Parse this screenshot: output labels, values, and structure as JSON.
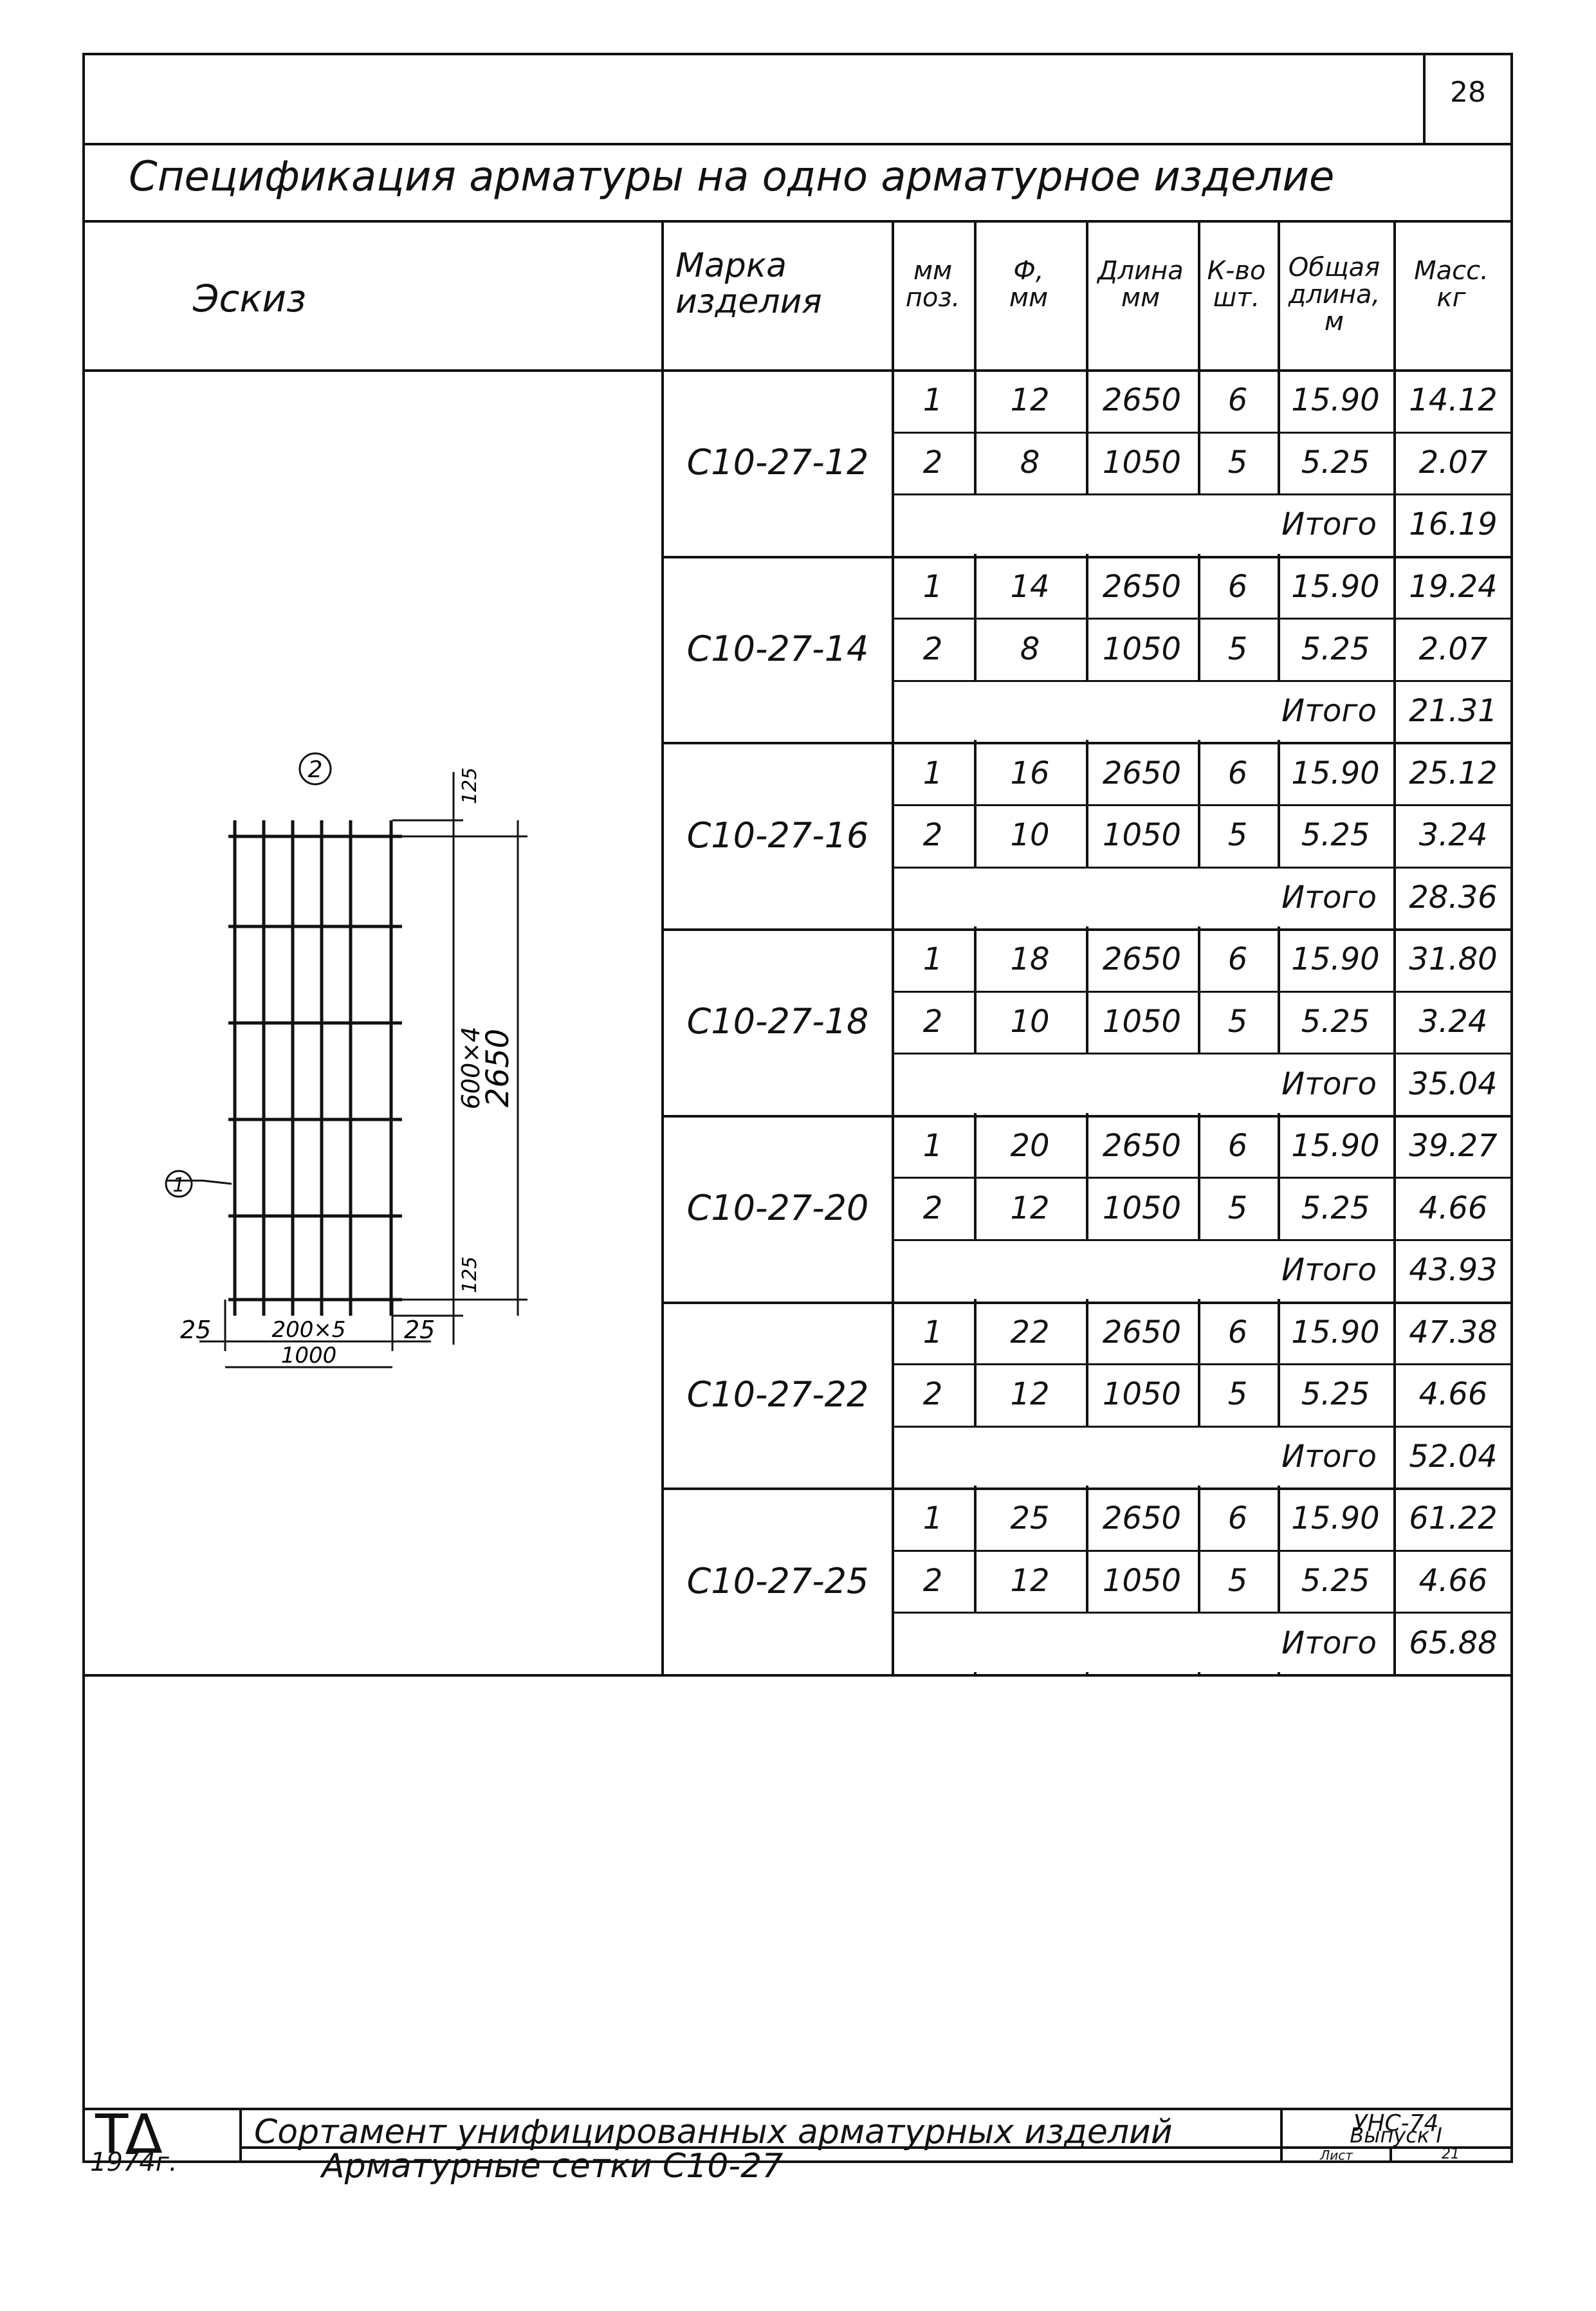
{
  "page_number": "28",
  "spec_title": "Спецификация арматуры на одно арматурное изделие",
  "sketch_label": "Эскиз",
  "columns": {
    "mark": [
      "Марка",
      "изделия"
    ],
    "pos": [
      "мм",
      "поз."
    ],
    "diam": [
      "Ф,",
      "мм"
    ],
    "length": [
      "Длина",
      "мм"
    ],
    "qty": [
      "К-во",
      "шт."
    ],
    "total_len": [
      "Общая",
      "длина,",
      "м"
    ],
    "mass": [
      "Масс.",
      "кг"
    ]
  },
  "total_label": "Итого",
  "groups": [
    {
      "mark": "С10-27-12",
      "rows": [
        {
          "pos": "1",
          "diam": "12",
          "length": "2650",
          "qty": "6",
          "total_len": "15.90",
          "mass": "14.12"
        },
        {
          "pos": "2",
          "diam": "8",
          "length": "1050",
          "qty": "5",
          "total_len": "5.25",
          "mass": "2.07"
        }
      ],
      "total": "16.19"
    },
    {
      "mark": "С10-27-14",
      "rows": [
        {
          "pos": "1",
          "diam": "14",
          "length": "2650",
          "qty": "6",
          "total_len": "15.90",
          "mass": "19.24"
        },
        {
          "pos": "2",
          "diam": "8",
          "length": "1050",
          "qty": "5",
          "total_len": "5.25",
          "mass": "2.07"
        }
      ],
      "total": "21.31"
    },
    {
      "mark": "С10-27-16",
      "rows": [
        {
          "pos": "1",
          "diam": "16",
          "length": "2650",
          "qty": "6",
          "total_len": "15.90",
          "mass": "25.12"
        },
        {
          "pos": "2",
          "diam": "10",
          "length": "1050",
          "qty": "5",
          "total_len": "5.25",
          "mass": "3.24"
        }
      ],
      "total": "28.36"
    },
    {
      "mark": "С10-27-18",
      "rows": [
        {
          "pos": "1",
          "diam": "18",
          "length": "2650",
          "qty": "6",
          "total_len": "15.90",
          "mass": "31.80"
        },
        {
          "pos": "2",
          "diam": "10",
          "length": "1050",
          "qty": "5",
          "total_len": "5.25",
          "mass": "3.24"
        }
      ],
      "total": "35.04"
    },
    {
      "mark": "С10-27-20",
      "rows": [
        {
          "pos": "1",
          "diam": "20",
          "length": "2650",
          "qty": "6",
          "total_len": "15.90",
          "mass": "39.27"
        },
        {
          "pos": "2",
          "diam": "12",
          "length": "1050",
          "qty": "5",
          "total_len": "5.25",
          "mass": "4.66"
        }
      ],
      "total": "43.93"
    },
    {
      "mark": "С10-27-22",
      "rows": [
        {
          "pos": "1",
          "diam": "22",
          "length": "2650",
          "qty": "6",
          "total_len": "15.90",
          "mass": "47.38"
        },
        {
          "pos": "2",
          "diam": "12",
          "length": "1050",
          "qty": "5",
          "total_len": "5.25",
          "mass": "4.66"
        }
      ],
      "total": "52.04"
    },
    {
      "mark": "С10-27-25",
      "rows": [
        {
          "pos": "1",
          "diam": "25",
          "length": "2650",
          "qty": "6",
          "total_len": "15.90",
          "mass": "61.22"
        },
        {
          "pos": "2",
          "diam": "12",
          "length": "1050",
          "qty": "5",
          "total_len": "5.25",
          "mass": "4.66"
        }
      ],
      "total": "65.88"
    }
  ],
  "drawing": {
    "pos1": "1",
    "pos2": "2",
    "dim_top": "125",
    "dim_bottom": "125",
    "dim_spacing_v": "600×4",
    "dim_height": "2650",
    "dim_left": "25",
    "dim_spacing_h": "200×5",
    "dim_right": "25",
    "dim_width": "1000"
  },
  "footer": {
    "logo": "ТΔ",
    "year": "1974г.",
    "title": "Сортамент унифицированных арматурных изделий",
    "subtitle": "Арматурные сетки С10-27",
    "series": "УНС-74",
    "issue": "Выпуск I",
    "sheet_label": "Лист",
    "sheet_number": "21"
  }
}
